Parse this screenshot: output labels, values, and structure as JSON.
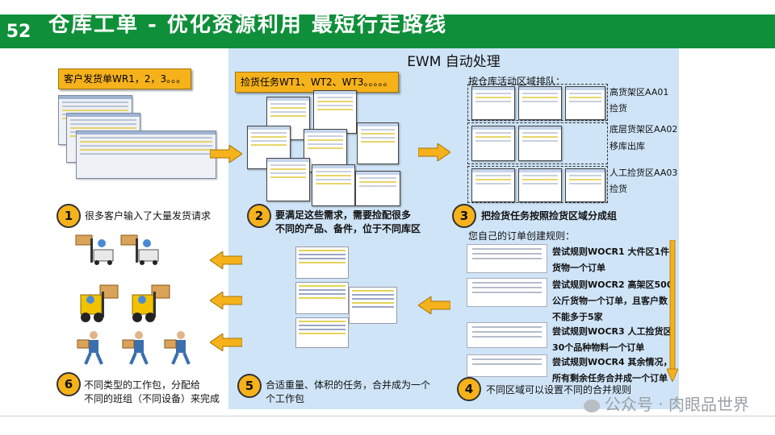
{
  "slide_number": "52",
  "title": "仓库工单 - 优化资源利用 最短行走路线",
  "ewm_title": "EWM 自动处理",
  "note_orders": "客户发货单WR1，2，3。。。",
  "note_tasks": "捡货任务WT1、WT2、WT3。。。。。",
  "zone_header": "按仓库活动区域排队：",
  "zones": [
    {
      "area": "高货架区AA01",
      "action": "捡货"
    },
    {
      "area": "底层货架区AA02",
      "action": "移库出库"
    },
    {
      "area": "人工捡货区AA03",
      "action": "捡货"
    }
  ],
  "steps": {
    "s1": {
      "num": "1",
      "text": "很多客户输入了大量发货请求"
    },
    "s2": {
      "num": "2",
      "line1": "要满足这些需求，需要捡配很多",
      "line2": "不同的产品、备件，位于不同库区"
    },
    "s3": {
      "num": "3",
      "text": "把捡货任务按照捡货区域分成组"
    },
    "s4": {
      "num": "4",
      "text": "不同区域可以设置不同的合并规则"
    },
    "s5": {
      "num": "5",
      "line1": "合适重量、体积的任务，合并成为一个",
      "line2": "个工作包"
    },
    "s6": {
      "num": "6",
      "line1": "不同类型的工作包，分配给",
      "line2": "不同的班组（不同设备）来完成"
    }
  },
  "rules_header": "您自己的订单创建规则：",
  "rules": [
    {
      "line1": "尝试规则WOCR1 大件区1件",
      "line2": "货物一个订单"
    },
    {
      "line1": "尝试规则WOCR2 高架区500",
      "line2": "公斤货物一个订单，且客户数",
      "line3": "不能多于5家"
    },
    {
      "line1": "尝试规则WOCR3 人工捡货区",
      "line2": "30个品种物料一个订单"
    },
    {
      "line1": "尝试规则WOCR4 其余情况，",
      "line2": "所有剩余任务合并成一个订单"
    }
  ],
  "watermark": "公众号 · 肉眼品世界",
  "colors": {
    "green": "#0f8f3a",
    "panel": "#cfe4f7",
    "orange": "#f6b21b"
  }
}
